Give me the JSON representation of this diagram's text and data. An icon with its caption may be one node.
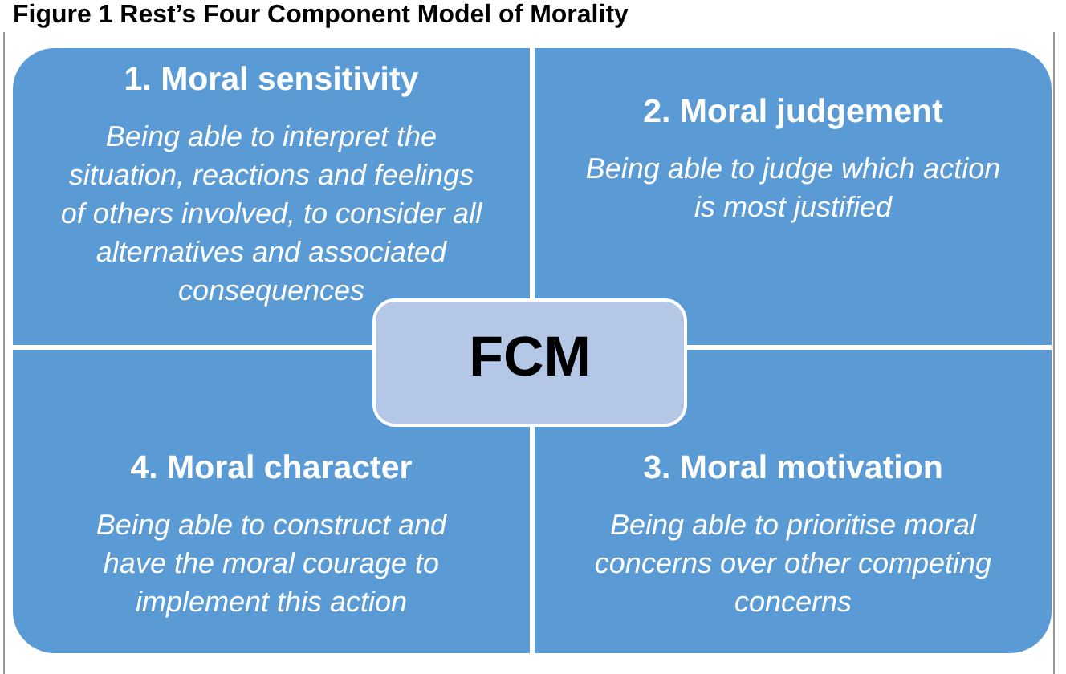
{
  "diagram": {
    "title": "Figure 1 Rest’s Four Component Model of Morality",
    "nodes": [
      {
        "text": [
          "1. Moral sensitivity",
          "Being able to interpret the situation, reactions and feelings of others involved, to consider all alternatives and associated consequences"
        ]
      },
      {
        "text": [
          "2. Moral judgement",
          "Being able to judge which action is most justified"
        ]
      },
      {
        "text": [
          "FCM"
        ]
      },
      {
        "text": [
          "4. Moral character",
          "Being able to construct and have the moral courage to implement this action"
        ]
      },
      {
        "text": [
          "3. Moral motivation",
          "Being able to prioritise moral concerns over other competing concerns"
        ]
      }
    ]
  }
}
